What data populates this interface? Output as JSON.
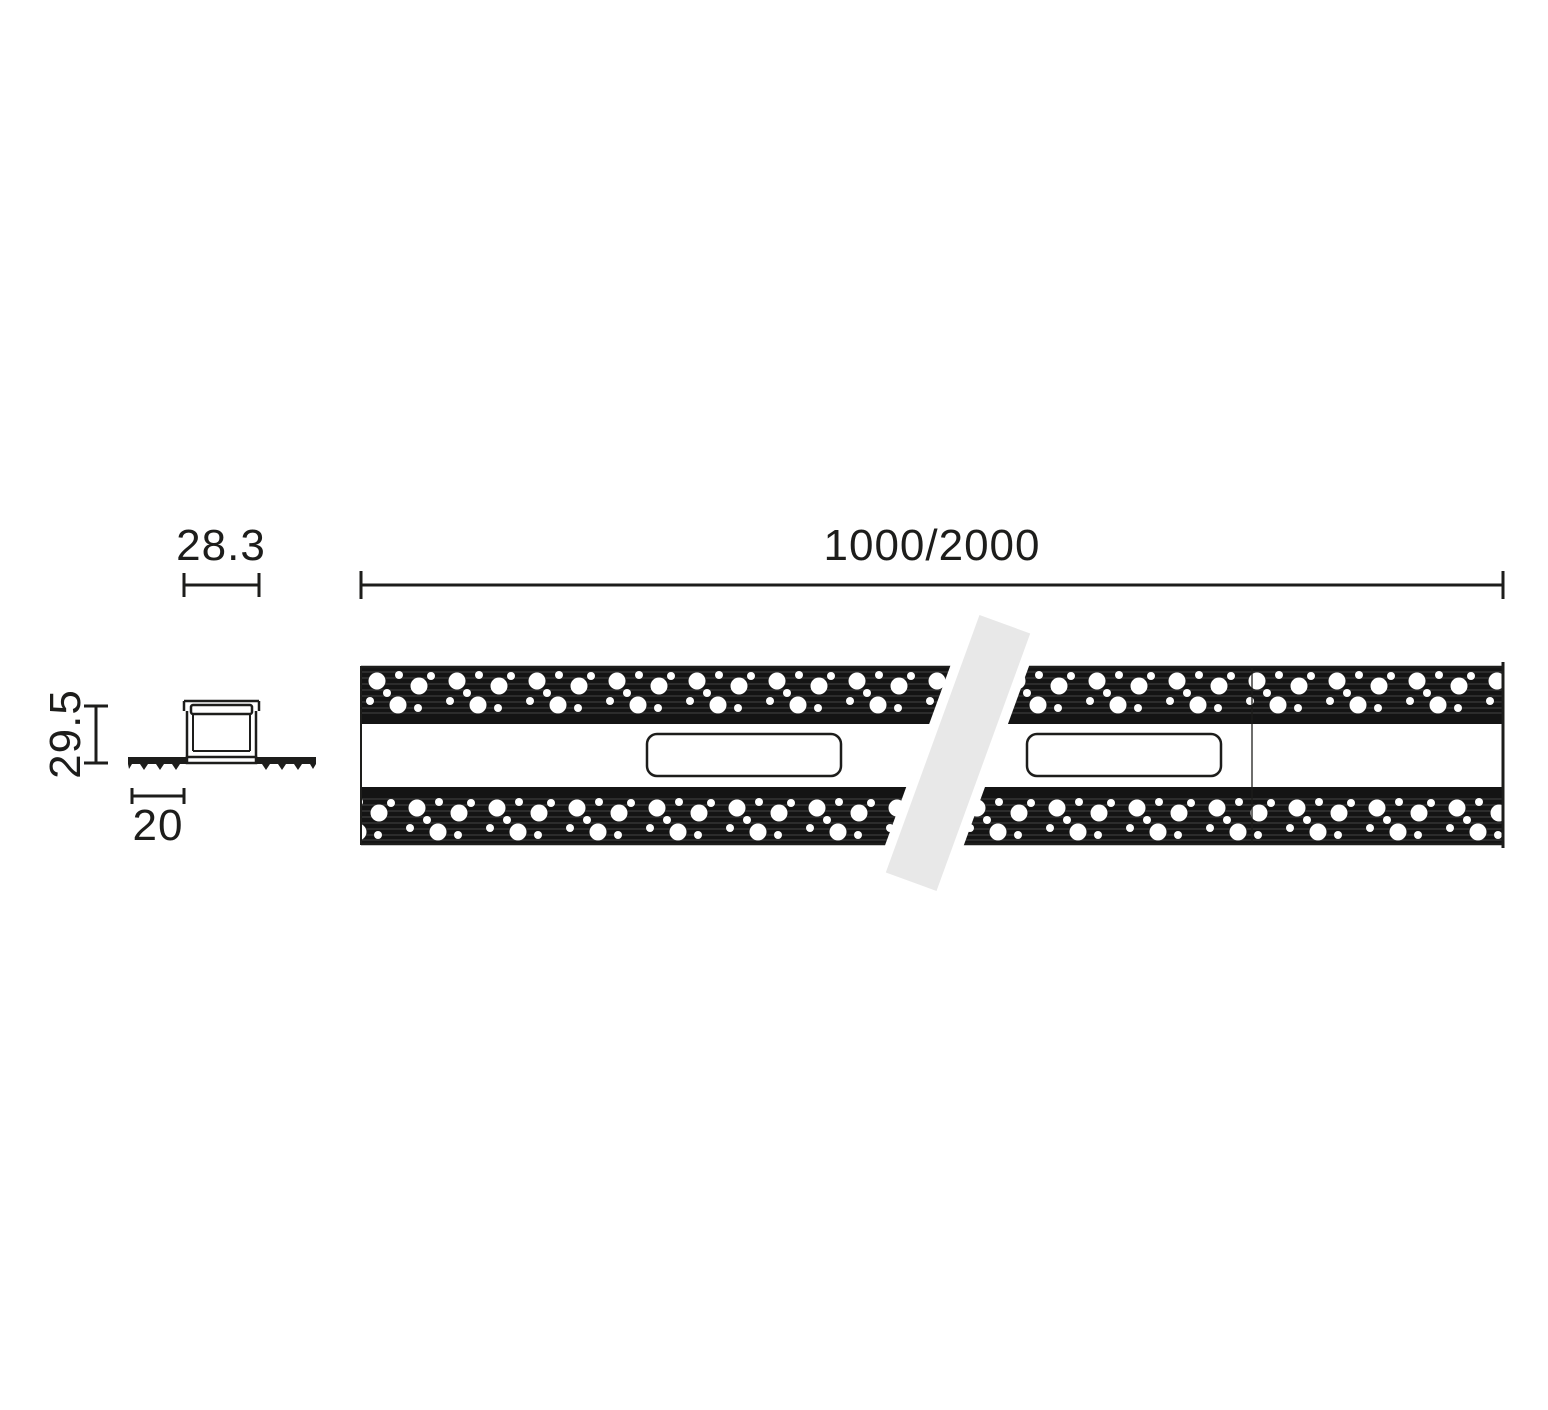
{
  "drawing": {
    "labels": {
      "profile_width_mm": "28.3",
      "profile_length_mm": "1000/2000",
      "profile_height_mm": "29.5",
      "flange_width_mm": "20"
    },
    "colors": {
      "line": "#1d1d1b",
      "metal_dark": "#141414",
      "break_band": "#e8e8e8",
      "background": "#ffffff"
    }
  }
}
